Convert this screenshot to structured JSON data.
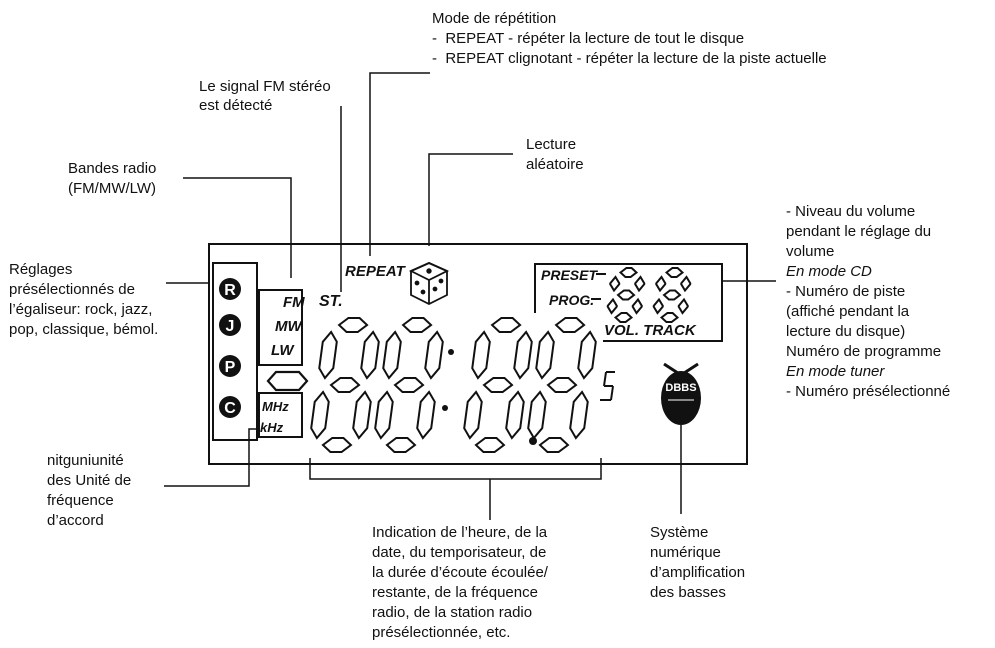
{
  "captions": {
    "repeat_mode": {
      "title": "Mode de répétition",
      "line1": "-  REPEAT - répéter la lecture de tout le disque",
      "line2": "-  REPEAT clignotant - répéter la lecture de la piste actuelle"
    },
    "fm_stereo": {
      "line1": "Le signal FM stéréo",
      "line2": "est détecté"
    },
    "random": {
      "line1": "Lecture",
      "line2": "aléatoire"
    },
    "radio_bands": {
      "line1": "Bandes radio",
      "line2": "(FM/MW/LW)"
    },
    "equalizer": {
      "line1": "Réglages",
      "line2": "présélectionnés de",
      "line3": "l’égaliseur: rock, jazz,",
      "line4": "pop, classique, bémol."
    },
    "volume": {
      "line1": "- Niveau du volume",
      "line2": "pendant le réglage du",
      "line3": "volume",
      "line4": "En mode CD",
      "line5": "- Numéro de piste",
      "line6": "(affiché pendant la",
      "line7": "lecture du disque)",
      "line8": "Numéro de programme",
      "line9": "En mode tuner",
      "line10": "- Numéro présélectionné"
    },
    "tuning_unit": {
      "line1": "nitguniunité",
      "line2": "des Unité de",
      "line3": "fréquence",
      "line4": "d’accord"
    },
    "time_display": {
      "line1": "Indication de l’heure, de la",
      "line2": "date, du temporisateur, de",
      "line3": "la durée d’écoute écoulée/",
      "line4": "restante, de la fréquence",
      "line5": "radio, de la station radio",
      "line6": "présélectionnée, etc."
    },
    "dbbs": {
      "line1": "Système",
      "line2": "numérique",
      "line3": "d’amplification",
      "line4": "des basses"
    }
  },
  "lcd": {
    "repeat": "REPEAT",
    "st": "ST.",
    "fm": "FM",
    "mw": "MW",
    "lw": "LW",
    "mhz": "MHz",
    "khz": "kHz",
    "preset": "PRESET",
    "prog": "PROG.",
    "vol_track": "VOL. TRACK",
    "dbbs": "DBBS",
    "eq_r": "R",
    "eq_j": "J",
    "eq_p": "P",
    "eq_c": "C"
  }
}
